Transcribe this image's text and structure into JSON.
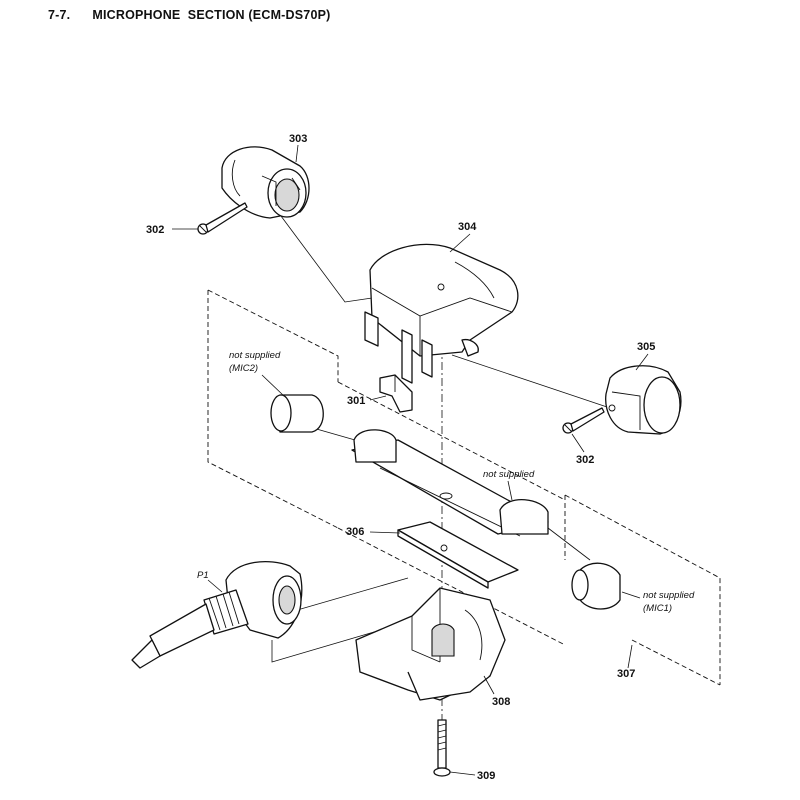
{
  "title": {
    "number": "7-7.",
    "text": "MICROPHONE  SECTION (ECM-DS70P)"
  },
  "parts": {
    "p301": "301",
    "p302a": "302",
    "p302b": "302",
    "p303": "303",
    "p304": "304",
    "p305": "305",
    "p306": "306",
    "p307": "307",
    "p308": "308",
    "p309": "309",
    "pP1": "P1"
  },
  "notes": {
    "mic2_line1": "not supplied",
    "mic2_line2": "(MIC2)",
    "middle": "not supplied",
    "mic1_line1": "not supplied",
    "mic1_line2": "(MIC1)"
  }
}
